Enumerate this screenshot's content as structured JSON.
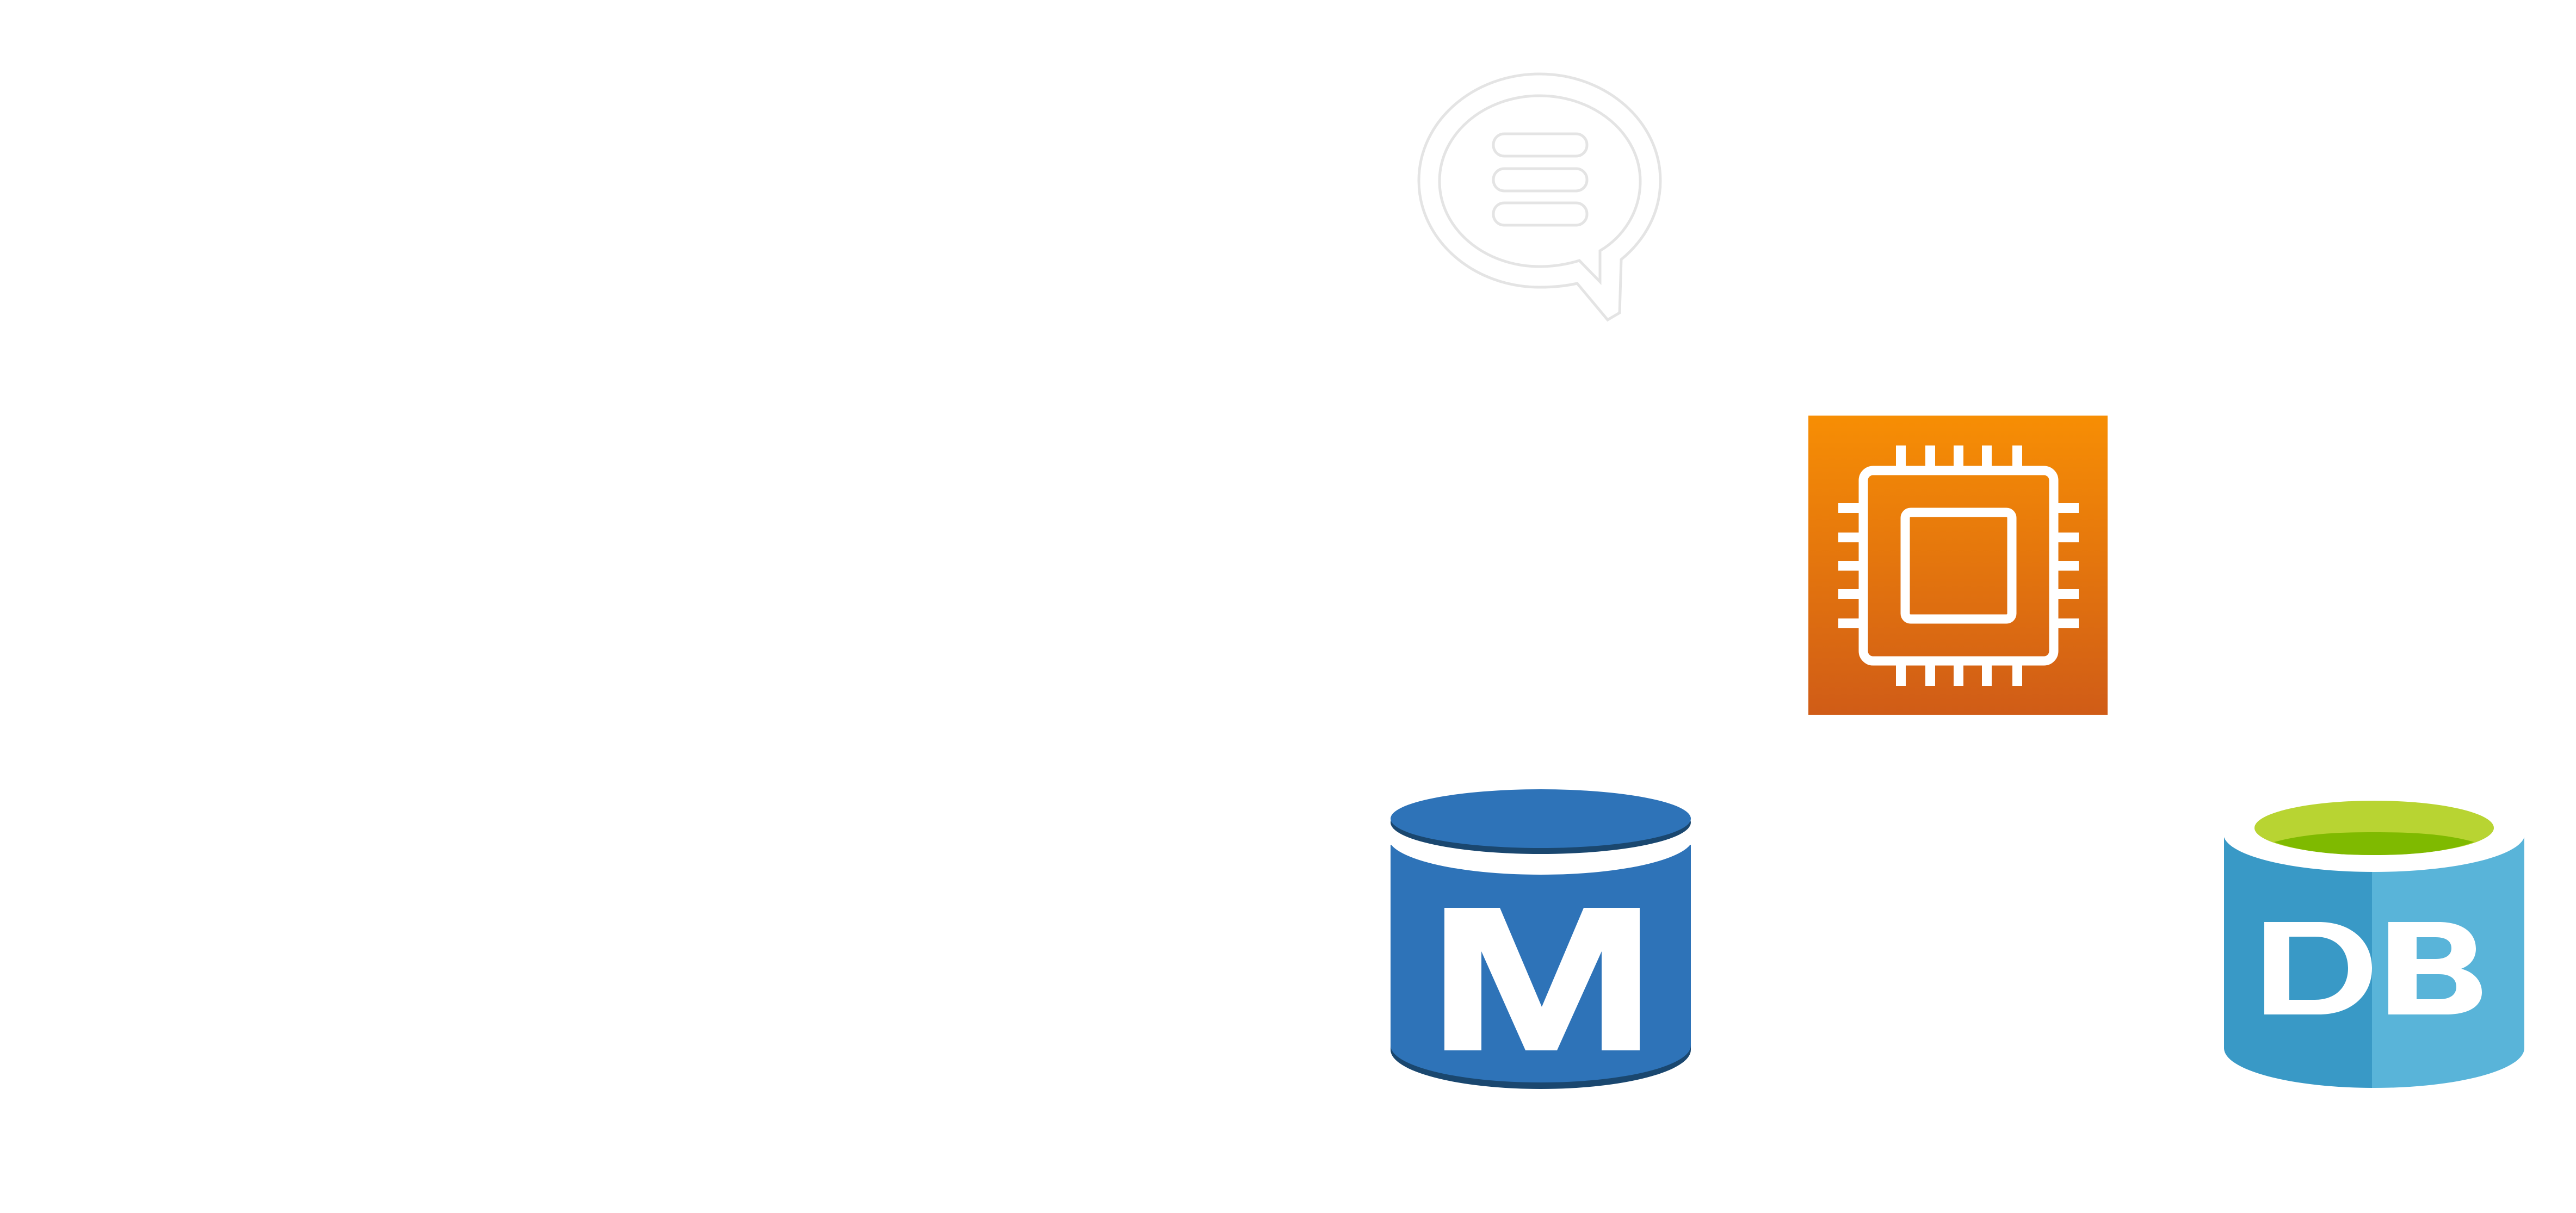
{
  "diagram": {
    "background": "#ffffff",
    "nodes": [
      {
        "id": "message",
        "icon": "speech-bubble-icon",
        "label": "",
        "colors": {
          "fill": "#ffffff",
          "outline": "#e4e4e4"
        }
      },
      {
        "id": "compute",
        "icon": "cpu-chip-icon",
        "label": "",
        "colors": {
          "gradient_top": "#f78e04",
          "gradient_bottom": "#d05c17",
          "stroke": "#ffffff"
        }
      },
      {
        "id": "memory-database",
        "icon": "database-m-icon",
        "label": "",
        "letter": "M",
        "colors": {
          "body": "#2e73b8",
          "shade": "#1a476f",
          "letter": "#ffffff"
        }
      },
      {
        "id": "sql-database",
        "icon": "database-db-icon",
        "label": "",
        "letter": "DB",
        "colors": {
          "body_left": "#3999c6",
          "body_right": "#59b4d9",
          "top_light": "#b8d432",
          "top_dark": "#7fba00",
          "letter": "#ffffff"
        }
      }
    ]
  }
}
